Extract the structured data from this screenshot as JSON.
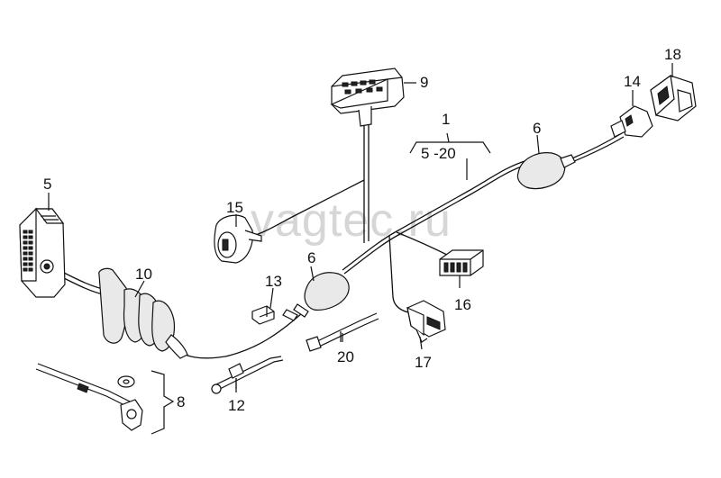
{
  "watermark": "vagtec.ru",
  "callouts": {
    "c1": "1",
    "c1_range": "5 -20",
    "c5": "5",
    "c6a": "6",
    "c6b": "6",
    "c8": "8",
    "c9": "9",
    "c10": "10",
    "c12": "12",
    "c13": "13",
    "c14": "14",
    "c15": "15",
    "c16": "16",
    "c17": "17",
    "c18": "18",
    "c20": "20"
  },
  "colors": {
    "line": "#111111",
    "watermark": "#d6d6d6",
    "background": "#ffffff"
  }
}
